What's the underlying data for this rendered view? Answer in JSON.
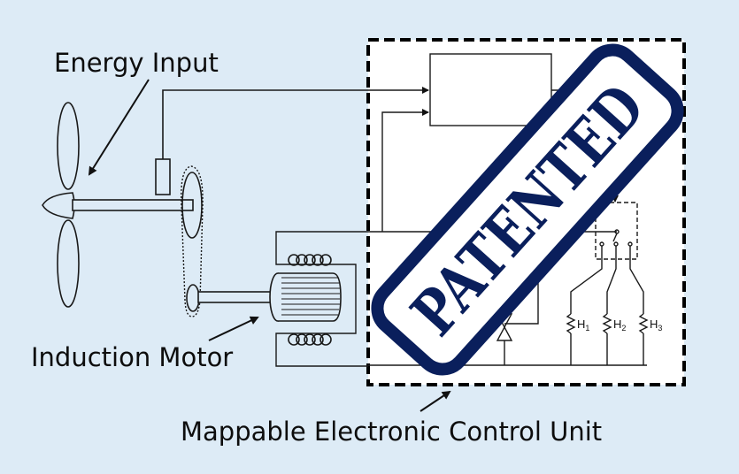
{
  "labels": {
    "energy_input": "Energy Input",
    "induction_motor": "Induction Motor",
    "control_unit": "Mappable Electronic Control Unit"
  },
  "stamp": {
    "text": "PATENTED",
    "color": "#0a1f5c"
  },
  "heaters": [
    {
      "name": "H",
      "sub": "1"
    },
    {
      "name": "H",
      "sub": "2"
    },
    {
      "name": "H",
      "sub": "3"
    }
  ],
  "colors": {
    "background": "#ddebf6",
    "line": "#222222",
    "panel": "#ffffff"
  }
}
